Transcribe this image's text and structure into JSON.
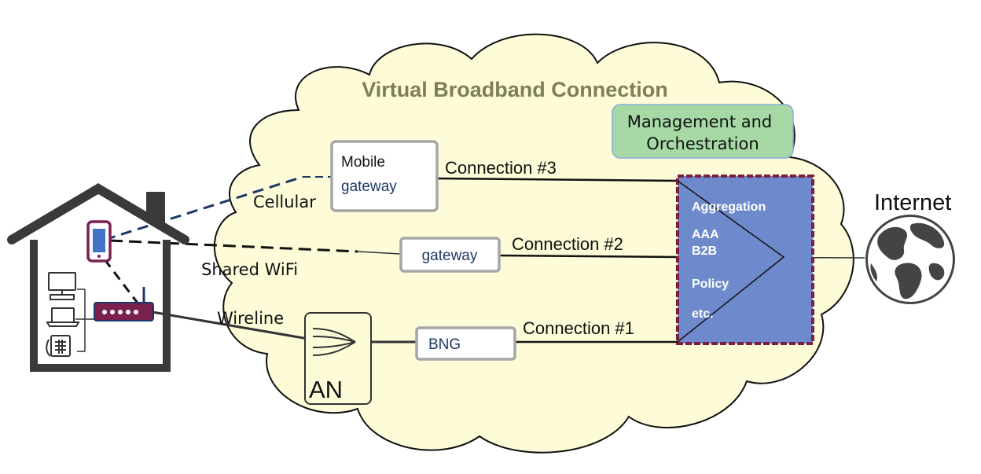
{
  "title": "Virtual Broadband Connection",
  "management_box": {
    "line1": "Management and",
    "line2": "Orchestration"
  },
  "mobile_gateway": {
    "line1": "Mobile",
    "line2": "gateway"
  },
  "wifi_gateway": "gateway",
  "bng": "BNG",
  "access_node": "AN",
  "connections": {
    "c3": "Connection #3",
    "c2": "Connection #2",
    "c1": "Connection #1"
  },
  "access_labels": {
    "cellular": "Cellular",
    "wifi": "Shared WiFi",
    "wireline": "Wireline"
  },
  "aggregation_items": [
    "Aggregation",
    "AAA",
    "B2B",
    "Policy",
    "etc."
  ],
  "internet": "Internet",
  "colors": {
    "cloud_fill": "#FDFBD8",
    "title_color": "#7F7F55",
    "mgmt_fill": "#A6D9A6",
    "agg_fill": "#6E8ACC",
    "agg_border": "#7A1F3D",
    "house": "#3A3A3A",
    "device_purple": "#7A2150",
    "dark_blue": "#1F3864"
  },
  "icons": [
    "house-icon",
    "phone-icon",
    "router-icon",
    "desktop-icon",
    "laptop-icon",
    "telephone-icon",
    "globe-icon"
  ]
}
